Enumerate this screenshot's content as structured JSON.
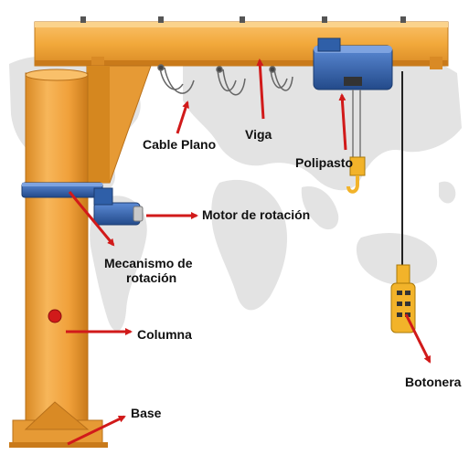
{
  "labels": {
    "cable_plano": "Cable Plano",
    "viga": "Viga",
    "polipasto": "Polipasto",
    "motor": "Motor de rotación",
    "mecanismo_1": "Mecanismo de",
    "mecanismo_2": "rotación",
    "columna": "Columna",
    "botonera": "Botonera",
    "base": "Base"
  },
  "colors": {
    "crane_yellow": "#f2a93b",
    "crane_dark": "#d88a22",
    "motor_blue": "#2f5fa8",
    "arrow_red": "#d11a1a",
    "map_gray": "#e3e3e3"
  }
}
